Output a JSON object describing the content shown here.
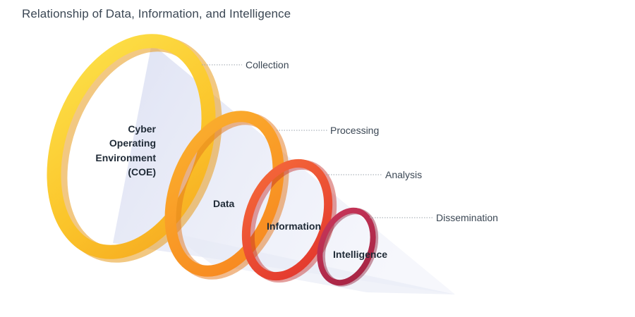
{
  "title": "Relationship of Data, Information, and Intelligence",
  "stages": [
    {
      "label": "Collection"
    },
    {
      "label": "Processing"
    },
    {
      "label": "Analysis"
    },
    {
      "label": "Dissemination"
    }
  ],
  "rings": [
    {
      "lines": [
        "Cyber",
        "Operating",
        "Environment",
        "(COE)"
      ],
      "color": "#f9c024"
    },
    {
      "lines": [
        "Data"
      ],
      "color": "#f99a2a"
    },
    {
      "lines": [
        "Information"
      ],
      "color": "#ed4a36"
    },
    {
      "lines": [
        "Intelligence"
      ],
      "color": "#b72b4a"
    }
  ]
}
